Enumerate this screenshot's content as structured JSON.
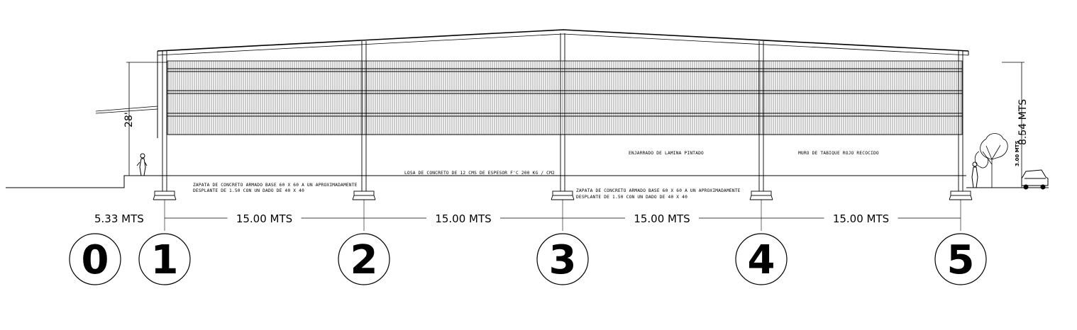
{
  "axis_labels": [
    "0",
    "1",
    "2",
    "3",
    "4",
    "5"
  ],
  "spans": {
    "left_cantilever": "5.33  MTS",
    "bays": [
      "15.00  MTS",
      "15.00  MTS",
      "15.00  MTS",
      "15.00  MTS"
    ]
  },
  "heights": {
    "left_height": "28'",
    "right_total_height": "8.54  MTS",
    "right_wall_height": "3.00 MTS"
  },
  "notes": {
    "footing_note_left_line1": "ZAPATA DE CONCRETO ARMADO BASE 60 X 60 A UN APROXIMADAMENTE",
    "footing_note_left_line2": "DESPLANTE DE 1.50 CON UN DADO DE 40 X 40",
    "footing_note_center_line1": "ZAPATA DE CONCRETO ARMADO BASE 60 X 60 A UN APROXIMADAMENTE",
    "footing_note_center_line2": "DESPLANTE DE 1.50 CON UN DADO DE 40 X 40",
    "slab_note": "LOSA DE CONCRETO DE 12 CMS DE ESPESOR F'C 200 KG / CM2",
    "cladding_note": "ENJARRADO DE LAMINA PINTADO",
    "wall_note": "MURO DE TABIQUE ROJO RECOCIDO"
  }
}
